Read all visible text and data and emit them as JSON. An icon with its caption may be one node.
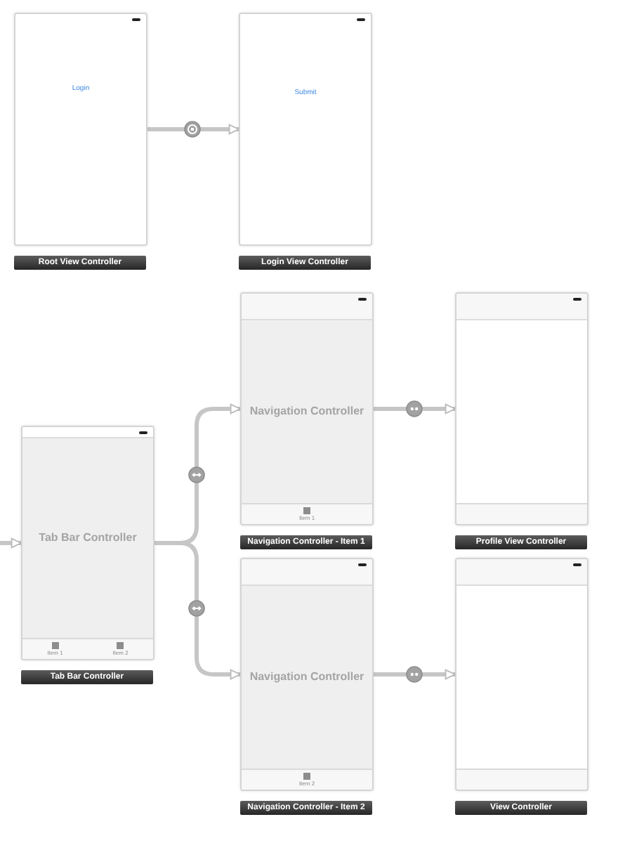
{
  "diagram": {
    "nodes": [
      {
        "text": [
          "Login"
        ],
        "beside": [
          "Root View Controller"
        ]
      },
      {
        "text": [
          "Submit"
        ],
        "beside": [
          "Login View Controller"
        ]
      },
      {
        "text": [
          "Tab Bar Controller",
          "Item 1",
          "Item 2"
        ],
        "beside": [
          "Tab Bar Controller"
        ]
      },
      {
        "text": [
          "Navigation Controller",
          "Item 1"
        ],
        "beside": [
          "Navigation Controller - Item 1"
        ]
      },
      {
        "text": [],
        "shape": "box",
        "beside": [
          "Profile View Controller"
        ]
      },
      {
        "text": [
          "Navigation Controller",
          "Item 2"
        ],
        "beside": [
          "Navigation Controller - Item 2"
        ]
      },
      {
        "text": [],
        "shape": "box",
        "beside": [
          "View Controller"
        ]
      }
    ],
    "edges": [
      {
        "from": 0,
        "to": 1,
        "arrow": "to"
      },
      {
        "from": null,
        "to": 2,
        "arrow": "to"
      },
      {
        "from": 2,
        "to": 3,
        "arrow": "to"
      },
      {
        "from": 2,
        "to": 5,
        "arrow": "to"
      },
      {
        "from": 3,
        "to": 4,
        "arrow": "to"
      },
      {
        "from": 5,
        "to": 6,
        "arrow": "to"
      }
    ]
  }
}
